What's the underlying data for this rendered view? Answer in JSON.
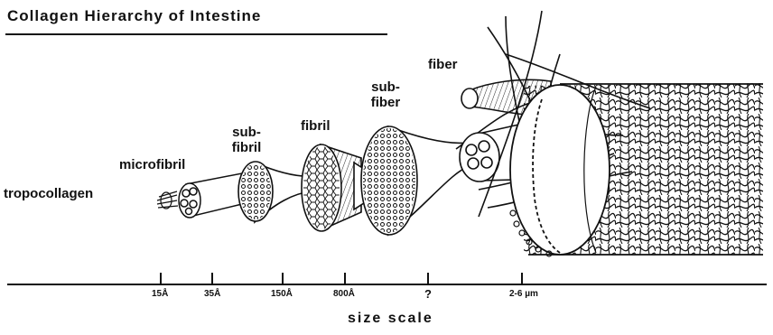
{
  "title": "Collagen Hierarchy of Intestine",
  "labels": {
    "tropocollagen": "tropocollagen",
    "microfibril": "microfibril",
    "subfibril_line1": "sub-",
    "subfibril_line2": "fibril",
    "fibril": "fibril",
    "subfiber_line1": "sub-",
    "subfiber_line2": "fiber",
    "fiber": "fiber"
  },
  "scale": {
    "caption": "size  scale",
    "ticks": [
      "15Å",
      "35Å",
      "150Å",
      "800Å",
      "?",
      "2-6 µm"
    ]
  },
  "colors": {
    "ink": "#111111",
    "background": "#ffffff"
  }
}
